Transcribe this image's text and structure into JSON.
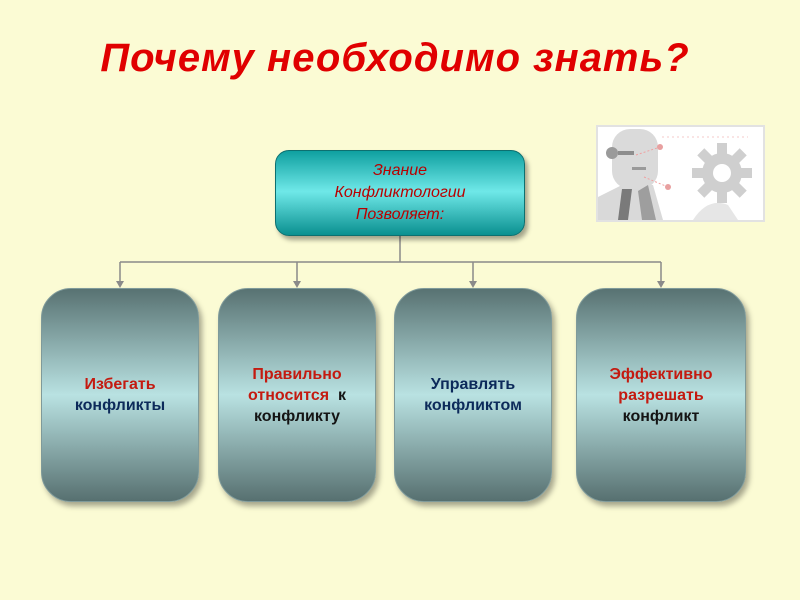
{
  "title": "Почему необходимо знать?",
  "root": {
    "lines": [
      "Знание",
      "Конфликтологии",
      "Позволяет:"
    ],
    "text_color": "#b80000",
    "gradient": [
      "#0fa0a0",
      "#6fe8e8"
    ]
  },
  "children": [
    {
      "lines": [
        "Избегать",
        "конфликты"
      ]
    },
    {
      "line1": "Правильно",
      "line2_a": "относится",
      "line2_b": "к",
      "line3": "конфликту"
    },
    {
      "lines": [
        "Управлять",
        "конфликтом"
      ]
    },
    {
      "lines": [
        "Эффективно",
        "разрешать",
        "конфликт"
      ]
    }
  ],
  "colors": {
    "background": "#fbfbd4",
    "title": "#e00000",
    "red_text": "#c41a10",
    "navy_text": "#0c2a5a",
    "connector": "#8a8a8a"
  },
  "illustration": {
    "icon": "person-gear-icon"
  }
}
